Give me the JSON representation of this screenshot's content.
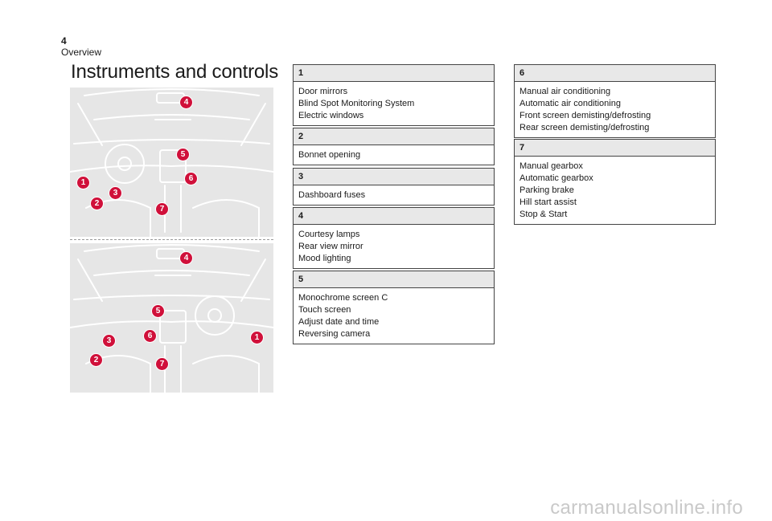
{
  "page": {
    "number": "4",
    "section": "Overview",
    "title": "Instruments and controls"
  },
  "colors": {
    "marker": "#d0103a",
    "panel_header": "#e8e8e8",
    "illustration_bg": "#e6e6e6"
  },
  "illustrations": {
    "top": {
      "markers": [
        "4",
        "5",
        "6",
        "1",
        "3",
        "2",
        "7"
      ]
    },
    "bottom": {
      "markers": [
        "4",
        "5",
        "6",
        "3",
        "2",
        "7",
        "1"
      ]
    }
  },
  "boxes": [
    {
      "id": "1",
      "lines": [
        "Door mirrors",
        "Blind Spot Monitoring System",
        "Electric windows"
      ]
    },
    {
      "id": "2",
      "lines": [
        "Bonnet opening"
      ]
    },
    {
      "id": "3",
      "lines": [
        "Dashboard fuses"
      ]
    },
    {
      "id": "4",
      "lines": [
        "Courtesy lamps",
        "Rear view mirror",
        "Mood lighting"
      ]
    },
    {
      "id": "5",
      "lines": [
        "Monochrome screen C",
        "Touch screen",
        "Adjust date and time",
        "Reversing camera"
      ]
    },
    {
      "id": "6",
      "lines": [
        "Manual air conditioning",
        "Automatic air conditioning",
        "Front screen demisting/defrosting",
        "Rear screen demisting/defrosting"
      ]
    },
    {
      "id": "7",
      "lines": [
        "Manual gearbox",
        "Automatic gearbox",
        "Parking brake",
        "Hill start assist",
        "Stop & Start"
      ]
    }
  ],
  "watermark": "carmanualsonline.info"
}
